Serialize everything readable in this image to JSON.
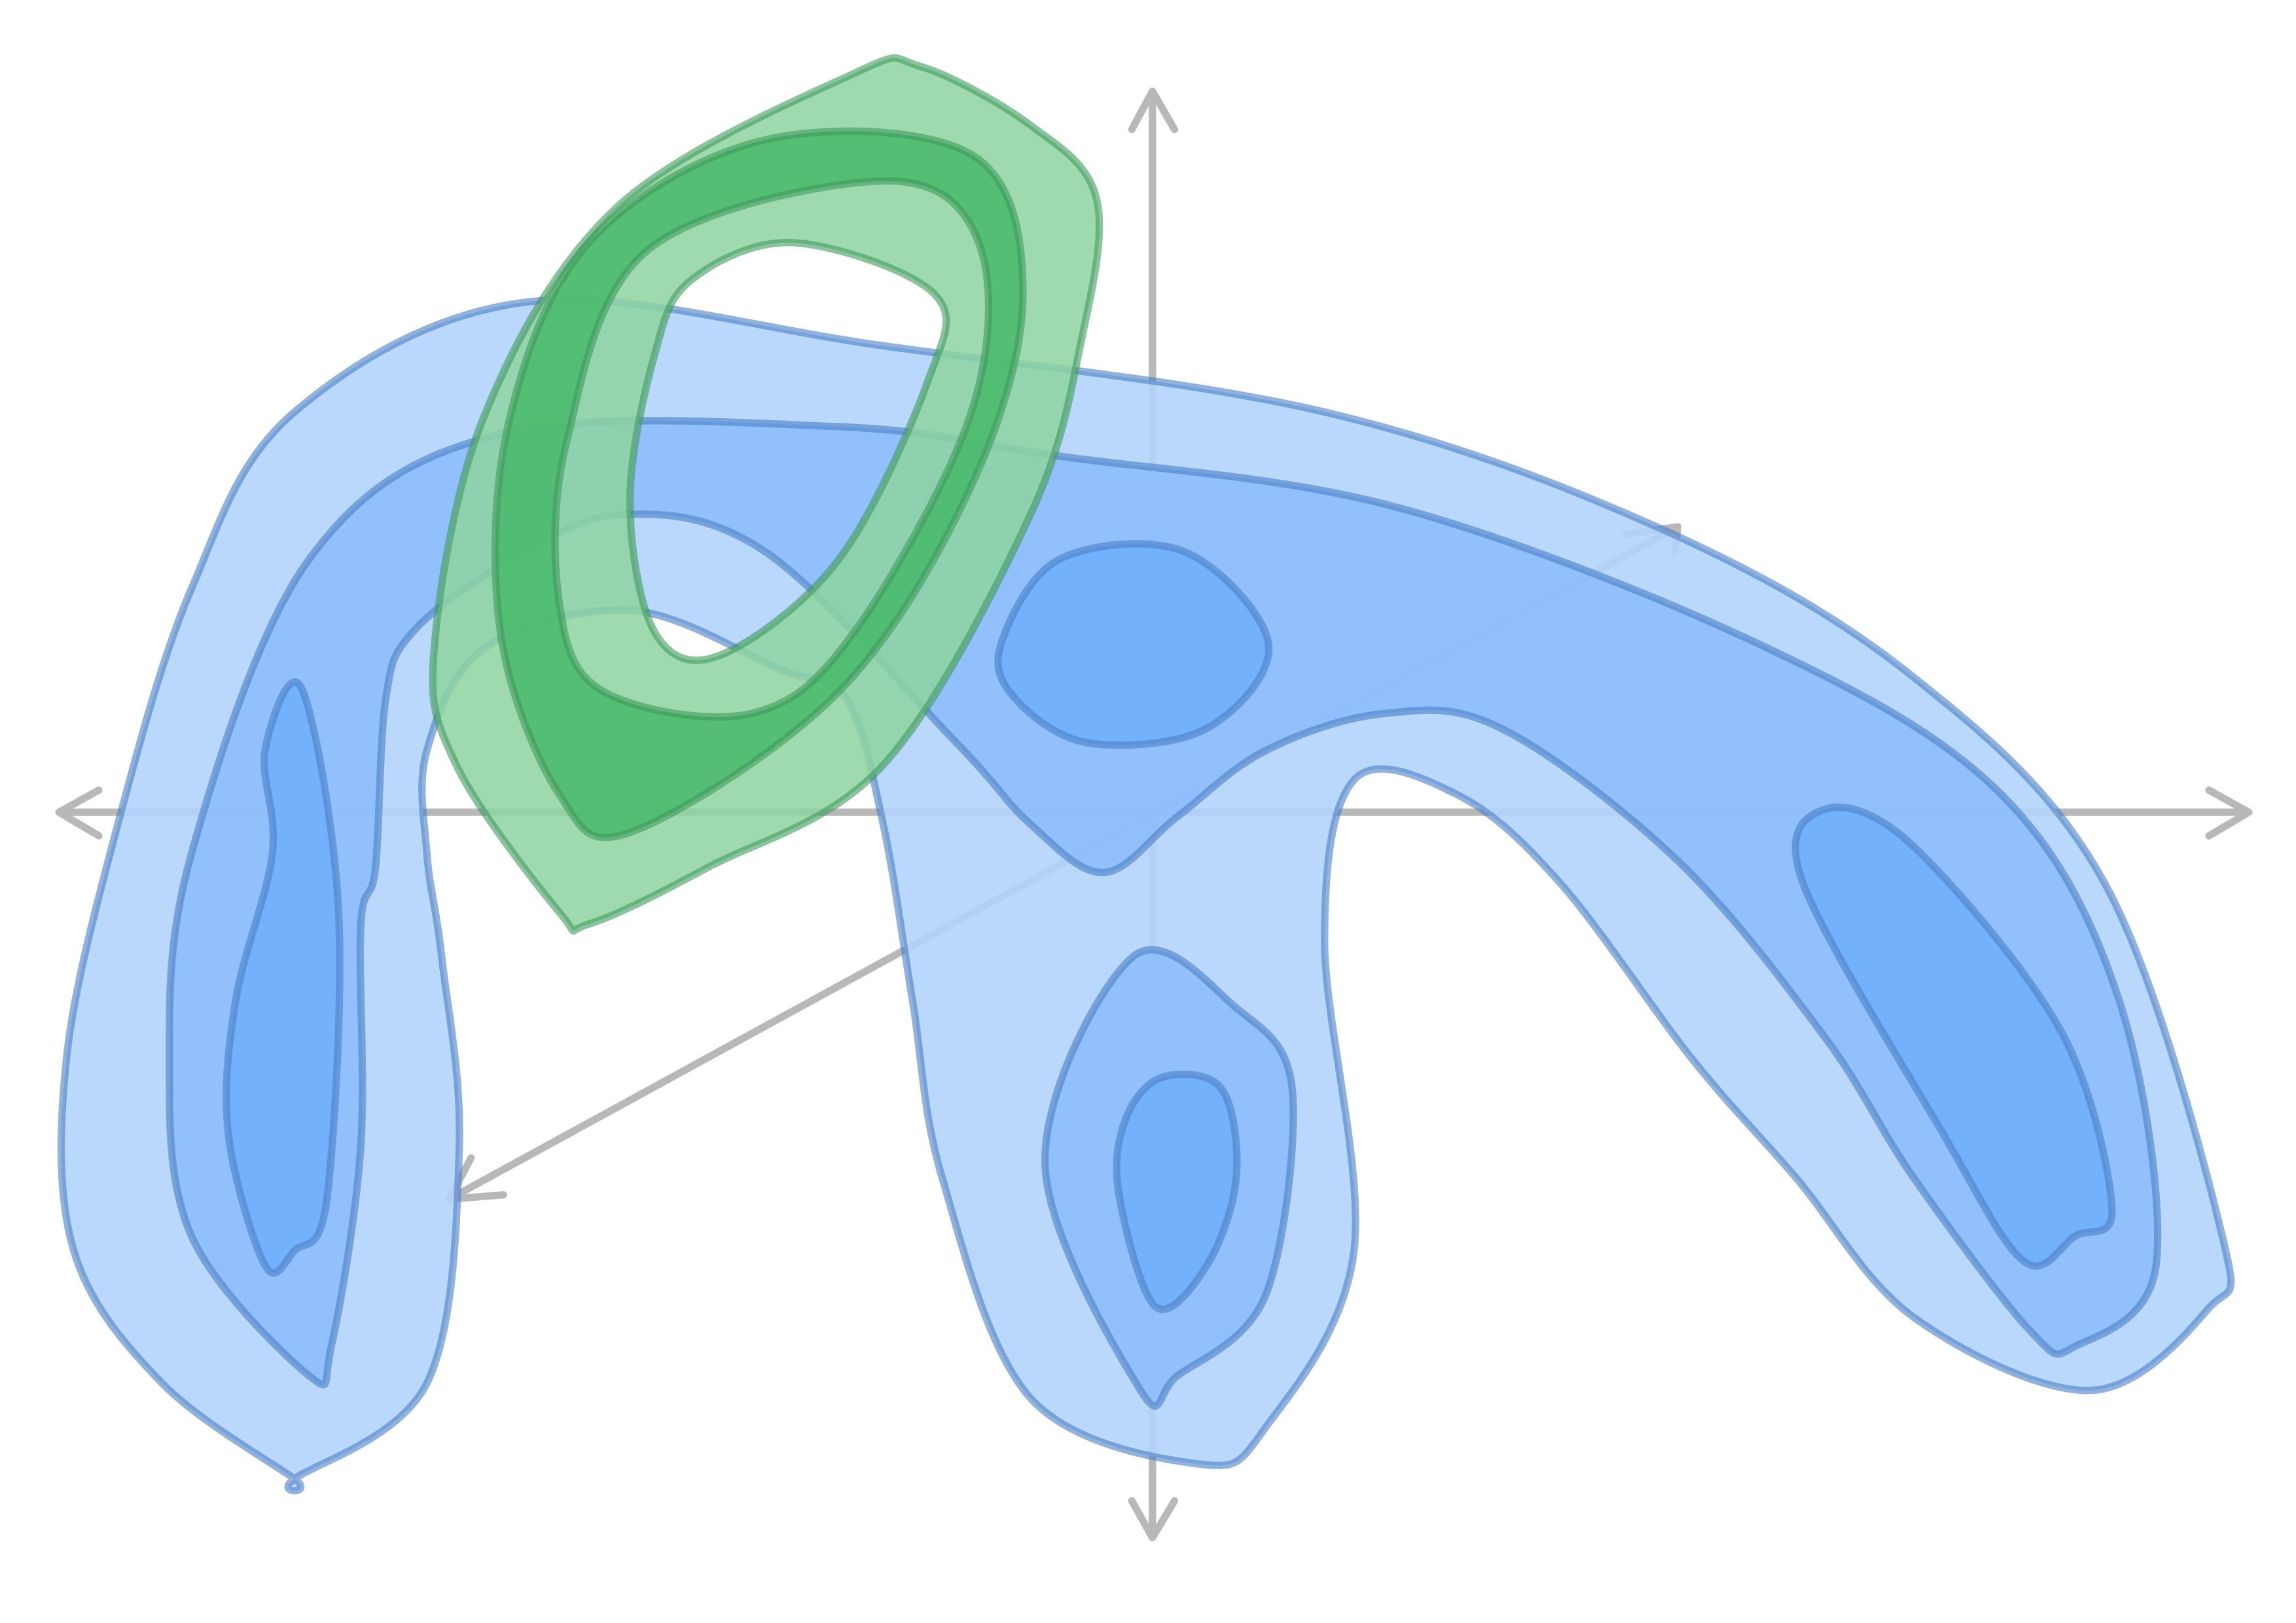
{
  "diagram": {
    "colors": {
      "axis": "#b8b8b8",
      "blue_light_fill": "#b3d3fc",
      "blue_mid_fill": "#8bbcfb",
      "blue_dark_fill": "#71affc",
      "blue_stroke": "#4a7fc4",
      "green_light_fill": "#8dd3a0",
      "green_dark_fill": "#47ba6a",
      "green_stroke": "#3f9a5c"
    },
    "icons": [
      "arrow-left",
      "arrow-right",
      "arrow-up",
      "arrow-down",
      "diagonal-axis-arrows"
    ]
  }
}
